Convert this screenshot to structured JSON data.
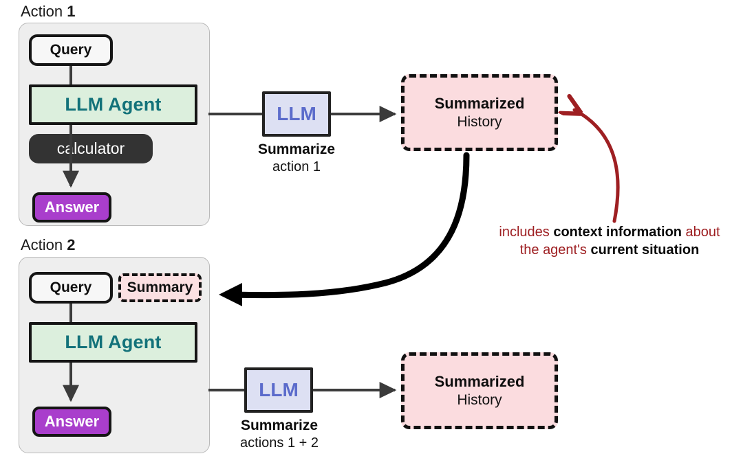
{
  "diagram": {
    "title_icon": "flow-diagram",
    "colors": {
      "panel_bg": "#eeeeee",
      "agent_bg": "#dcefdd",
      "agent_text": "#13727a",
      "llm_bg": "#dde0f3",
      "llm_text": "#5b6bcb",
      "answer_bg": "#a93ecc",
      "tool_bg": "#333333",
      "history_bg": "#fbdcdf",
      "summary_chip_bg": "#fbe0e2",
      "annotation_red": "#9e1f22",
      "arrow_dark": "#3b3b3b",
      "arrow_black": "#000000",
      "arrow_red": "#9e1f22"
    }
  },
  "sections": [
    {
      "caption_prefix": "Action ",
      "caption_number": "1",
      "query_label": "Query",
      "agent_label": "LLM Agent",
      "tool_label": "calculator",
      "answer_label": "Answer",
      "has_summary_chip": false,
      "summary_chip_label": "",
      "llm_label": "LLM",
      "llm_caption_bold": "Summarize",
      "llm_caption_sub": "action 1",
      "history_title": "Summarized",
      "history_sub": "History"
    },
    {
      "caption_prefix": "Action ",
      "caption_number": "2",
      "query_label": "Query",
      "agent_label": "LLM Agent",
      "tool_label": "",
      "answer_label": "Answer",
      "has_summary_chip": true,
      "summary_chip_label": "Summary",
      "llm_label": "LLM",
      "llm_caption_bold": "Summarize",
      "llm_caption_sub": "actions 1 + 2",
      "history_title": "Summarized",
      "history_sub": "History"
    }
  ],
  "annotation": {
    "line1_part1": "includes ",
    "line1_bold": "context information",
    "line1_part2": " about",
    "line2_part1": "the agent's ",
    "line2_bold": "current situation"
  }
}
